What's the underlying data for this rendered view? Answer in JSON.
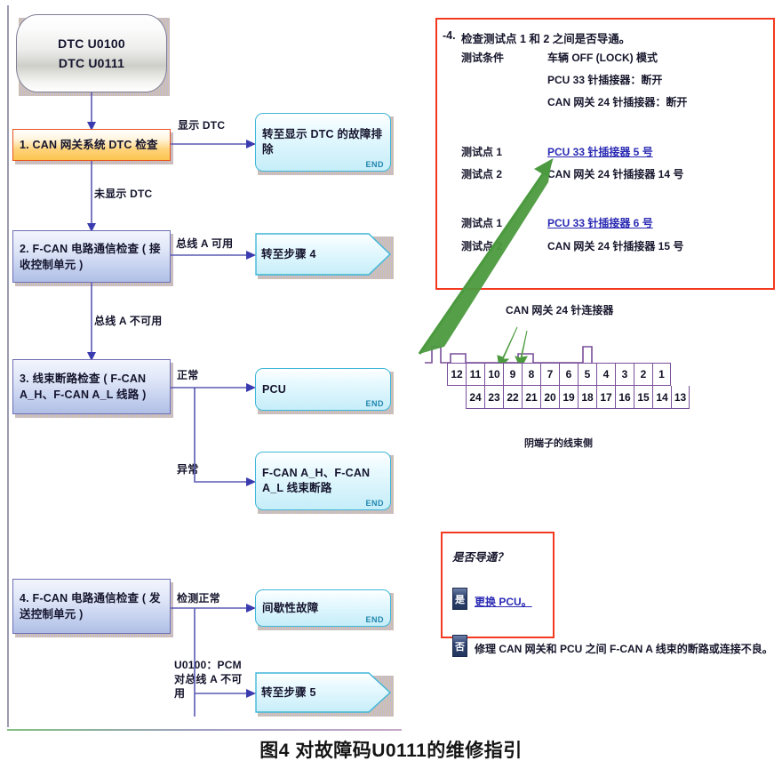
{
  "caption": "图4 对故障码U0111的维修指引",
  "scrollbar": {
    "up_arrow": "^"
  },
  "flow": {
    "start": {
      "line1": "DTC U0100",
      "line2": "DTC U0111"
    },
    "steps": [
      {
        "id": "step1",
        "label": "1. CAN 网关系统 DTC 检查"
      },
      {
        "id": "step2",
        "label": "2. F-CAN 电路通信检查 ( 接收控制单元 )"
      },
      {
        "id": "step3",
        "label": "3. 线束断路检查 ( F-CAN A_H、F-CAN A_L 线路 )"
      },
      {
        "id": "step4",
        "label": "4. F-CAN 电路通信检查 ( 发送控制单元 )"
      }
    ],
    "edges": [
      {
        "id": "e1",
        "label": "显示 DTC"
      },
      {
        "id": "e2",
        "label": "未显示 DTC"
      },
      {
        "id": "e3",
        "label": "总线 A 可用"
      },
      {
        "id": "e4",
        "label": "总线 A 不可用"
      },
      {
        "id": "e5",
        "label": "正常"
      },
      {
        "id": "e6",
        "label": "异常"
      },
      {
        "id": "e7",
        "label": "检测正常"
      },
      {
        "id": "e8",
        "label": "U0100：PCM 对总线 A 不可用"
      }
    ],
    "outcomes": [
      {
        "id": "o1",
        "label": "转至显示 DTC 的故障排除",
        "end": "END",
        "shape": "rounded"
      },
      {
        "id": "o2",
        "label": "转至步骤 4",
        "end": "",
        "shape": "arrow"
      },
      {
        "id": "o3",
        "label": "PCU",
        "end": "END",
        "shape": "rounded"
      },
      {
        "id": "o4",
        "label": "F-CAN A_H、F-CAN A_L 线束断路",
        "end": "END",
        "shape": "rounded"
      },
      {
        "id": "o5",
        "label": "间歇性故障",
        "end": "END",
        "shape": "rounded"
      },
      {
        "id": "o6",
        "label": "转至步骤 5",
        "end": "",
        "shape": "arrow"
      }
    ]
  },
  "procedure": {
    "number": "-4.",
    "title": "检查测试点 1 和 2 之间是否导通。",
    "condition_label": "测试条件",
    "conditions": [
      "车辆 OFF (LOCK) 模式",
      "PCU 33 针插接器：断开",
      "CAN 网关 24 针插接器：断开"
    ],
    "pairs": [
      {
        "p1_label": "测试点 1",
        "p1_value": "PCU 33 针插接器 5 号",
        "p1_link": true,
        "p2_label": "测试点 2",
        "p2_value": "CAN 网关 24 针插接器 14 号",
        "p2_link": false
      },
      {
        "p1_label": "测试点 1",
        "p1_value": "PCU 33 针插接器 6 号",
        "p1_link": true,
        "p2_label": "测试点 2",
        "p2_value": "CAN 网关 24 针插接器 15 号",
        "p2_link": false
      }
    ]
  },
  "connector": {
    "title": "CAN 网关 24 针连接器",
    "footer": "阴端子的线束侧",
    "row_top": [
      "12",
      "11",
      "10",
      "9",
      "8",
      "7",
      "6",
      "5",
      "4",
      "3",
      "2",
      "1"
    ],
    "row_bottom": [
      "24",
      "23",
      "22",
      "21",
      "20",
      "19",
      "18",
      "17",
      "16",
      "15",
      "14",
      "13"
    ],
    "highlighted_pins": [
      "6",
      "5"
    ]
  },
  "decision": {
    "question": "是否导通？",
    "yes_badge": "是",
    "yes_text": "更换 PCU。",
    "no_badge": "否",
    "no_text": "修理 CAN 网关和 PCU 之间 F-CAN A 线束的断路或连接不良。"
  },
  "colors": {
    "highlight_orange": "#fcc54f",
    "step_blue": "#b0bfe6",
    "outcome_cyan": "#c6eef9",
    "red_frame": "#f33a20",
    "green_arrow": "#4c9a3f",
    "link_blue": "#2a2ab4"
  }
}
